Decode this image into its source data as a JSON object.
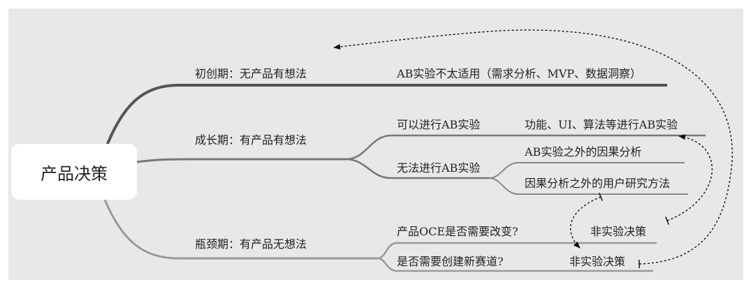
{
  "root": {
    "label": "产品决策"
  },
  "stages": [
    {
      "label": "初创期：无产品有想法",
      "leaf": "AB实验不太适用（需求分析、MVP、数据洞察）"
    },
    {
      "label": "成长期：有产品有想法",
      "children": [
        {
          "label": "可以进行AB实验",
          "leaves": [
            "功能、UI、算法等进行AB实验"
          ]
        },
        {
          "label": "无法进行AB实验",
          "leaves": [
            "AB实验之外的因果分析",
            "因果分析之外的用户研究方法"
          ]
        }
      ]
    },
    {
      "label": "瓶颈期：有产品无想法",
      "children": [
        {
          "label": "产品OCE是否需要改变?",
          "leaf": "非实验决策"
        },
        {
          "label": "是否需要创建新赛道?",
          "leaf": "非实验决策"
        }
      ]
    }
  ],
  "colors": {
    "background": "#e8e8e8",
    "branch_dark": "#555555",
    "branch_mid": "#777777",
    "branch_light": "#9a9a9a",
    "text": "#222222"
  }
}
